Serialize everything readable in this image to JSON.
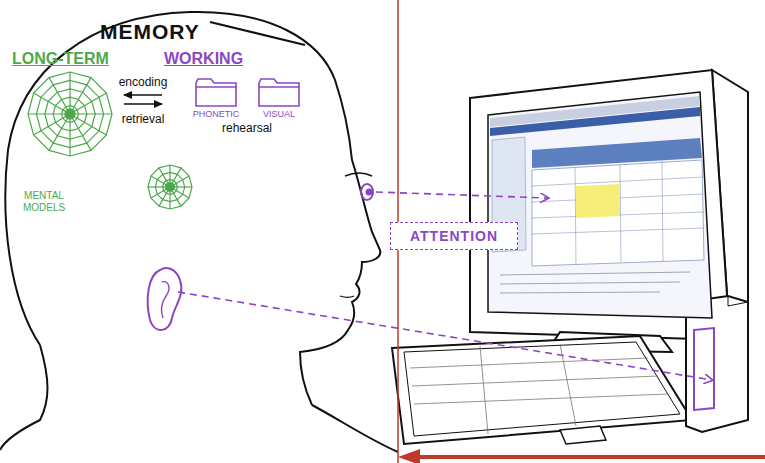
{
  "diagram": {
    "nodes": [
      {
        "text": [
          "LONG-TERM"
        ]
      },
      {
        "text": [
          "MENTAL MODELS"
        ]
      },
      {
        "text": [
          "WORKING"
        ]
      },
      {
        "text": [
          "PHONETIC"
        ],
        "in": 2
      },
      {
        "text": [
          "VISUAL"
        ],
        "in": 2
      },
      {
        "text": [
          "ATTENTION"
        ]
      }
    ],
    "edges": [
      {
        "from": 2,
        "to": 0,
        "arrow": "to",
        "label": "encoding"
      },
      {
        "from": 0,
        "to": 2,
        "arrow": "to",
        "label": "retrieval"
      }
    ],
    "labels": [
      "MEMORY",
      "rehearsal"
    ]
  }
}
